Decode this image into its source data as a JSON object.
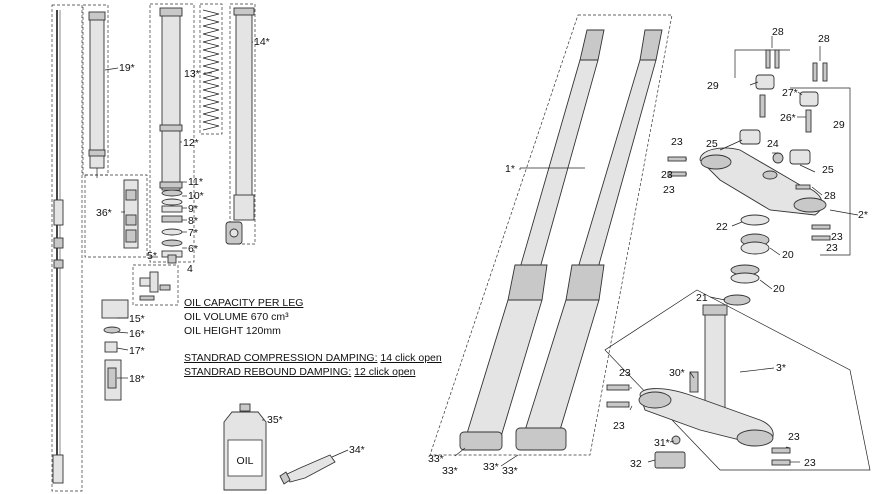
{
  "callouts": {
    "c19": "19*",
    "c14": "14*",
    "c13": "13*",
    "c12": "12*",
    "c11": "11*",
    "c10": "10*",
    "c9": "9*",
    "c8": "8*",
    "c7": "7*",
    "c6": "6*",
    "c5": "5*",
    "c4": "4",
    "c36": "36*",
    "c15": "15*",
    "c16": "16*",
    "c17": "17*",
    "c18": "18*",
    "c35": "35*",
    "c34": "34*",
    "c1": "1*",
    "c33a": "33*",
    "c33b": "33*",
    "c33c": "33*",
    "c33d": "33*",
    "c28a": "28",
    "c28b": "28",
    "c28c": "28",
    "c29a": "29",
    "c29b": "29",
    "c27": "27*",
    "c26": "26*",
    "c23a": "23",
    "c23b": "23",
    "c23c": "23",
    "c23d": "23",
    "c23e": "23",
    "c23f": "23",
    "c23g": "23",
    "c23h": "23",
    "c25a": "25",
    "c25b": "25",
    "c24": "24",
    "c2": "2*",
    "c22": "22",
    "c20a": "20",
    "c20b": "20",
    "c21": "21",
    "c30": "30*",
    "c3": "3*",
    "c31": "31*",
    "c32": "32"
  },
  "oil_bottle_label": "OIL",
  "notes": {
    "capacity_title": "OIL CAPACITY PER LEG",
    "oil_volume": "OIL VOLUME 670 cm³",
    "oil_height": "OIL HEIGHT 120mm",
    "compression_label": "STANDRAD COMPRESSION DAMPING:",
    "compression_value": "14 click open",
    "rebound_label": "STANDRAD REBOUND DAMPING:",
    "rebound_value": "12 click open"
  }
}
